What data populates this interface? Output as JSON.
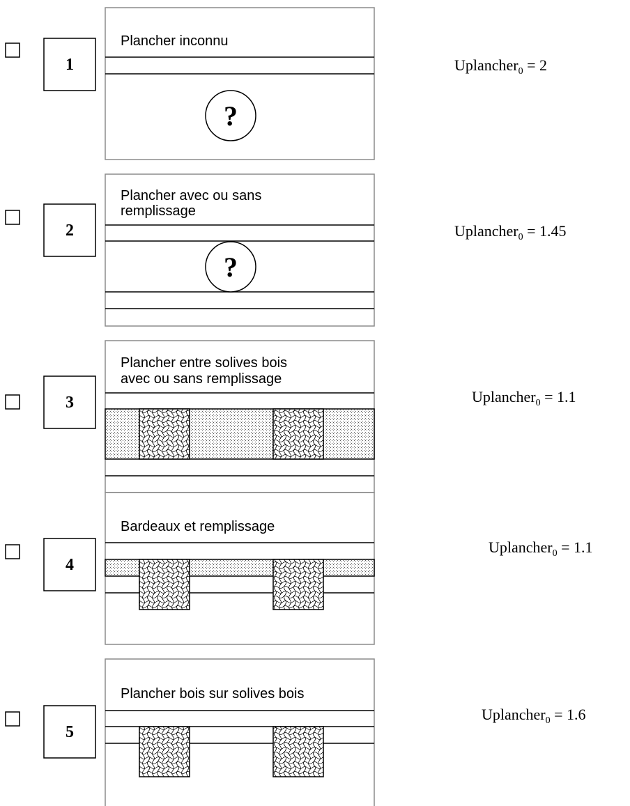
{
  "options": [
    {
      "number": "1",
      "label": [
        "Plancher inconnu"
      ],
      "u_prefix": "Uplancher",
      "u_sub": "0",
      "u_value": " = 2"
    },
    {
      "number": "2",
      "label": [
        "Plancher avec ou sans",
        "remplissage"
      ],
      "u_prefix": "Uplancher",
      "u_sub": "0",
      "u_value": " = 1.45"
    },
    {
      "number": "3",
      "label": [
        "Plancher entre solives  bois",
        "avec ou sans remplissage"
      ],
      "u_prefix": "Uplancher",
      "u_sub": "0",
      "u_value": " = 1.1"
    },
    {
      "number": "4",
      "label": [
        "Bardeaux et remplissage"
      ],
      "u_prefix": "Uplancher",
      "u_sub": "0",
      "u_value": " = 1.1"
    },
    {
      "number": "5",
      "label": [
        "Plancher bois sur solives bois"
      ],
      "u_prefix": "Uplancher",
      "u_sub": "0",
      "u_value": " = 1.6"
    }
  ],
  "unknown_mark": "?"
}
